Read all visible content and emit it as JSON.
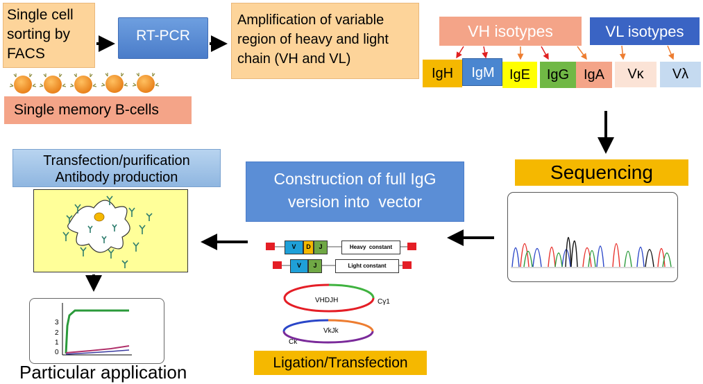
{
  "steps": {
    "sorting": "Single cell\nsorting by\nFACS",
    "rtpcr": "RT-PCR",
    "amplification": "Amplification of variable\nregion of heavy and light\nchain (VH and VL)",
    "memory_b": "Single memory B-cells",
    "sequencing": "Sequencing",
    "construction": "Construction of full IgG\nversion into  vector",
    "transfection": "Transfection/purification\nAntibody production",
    "ligation": "Ligation/Transfection",
    "application": "Particular application"
  },
  "isotypes": {
    "vh_title": "VH isotypes",
    "vl_title": "VL isotypes",
    "labels": [
      "IgH",
      "IgM",
      "IgE",
      "IgG",
      "IgA",
      "Vκ",
      "Vλ"
    ]
  },
  "vector": {
    "heavy": {
      "v": "V",
      "d": "D",
      "j": "J",
      "constant": "Heavy  constant"
    },
    "light": {
      "v": "V",
      "j": "J",
      "constant": "Light constant"
    },
    "plasmid1_insert": "VHDJH",
    "plasmid1_constant": "Cγ1",
    "plasmid2_insert": "VkJk",
    "plasmid2_constant": "Ck"
  },
  "application_chart": {
    "yticks": [
      "3",
      "2",
      "1",
      "0"
    ]
  },
  "colors": {
    "yellow_box": "#fdd49a",
    "salmon": "#f4a488",
    "blue_box": "#5b8ed6",
    "gold": "#f5b800",
    "light_blue": "#9dc3e6",
    "panel_yellow": "#ffff99",
    "arrow_orange": "#ed7d31",
    "arrow_red": "#e02020"
  }
}
